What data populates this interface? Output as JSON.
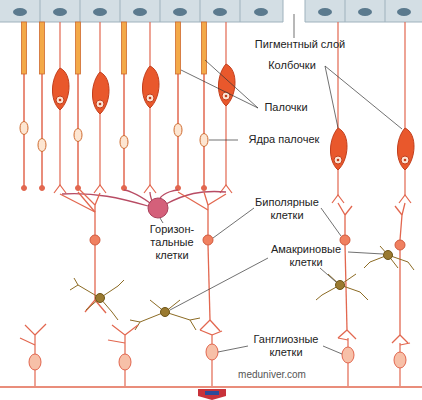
{
  "diagram": {
    "labels": [
      "Пигментный слой",
      "Колбочки",
      "Палочки",
      "Ядра палочек",
      "Горизон- тальные клетки",
      "Биполярные клетки",
      "Амакриновые клетки",
      "Ганглиозные клетки",
      "meduniver.com"
    ]
  }
}
